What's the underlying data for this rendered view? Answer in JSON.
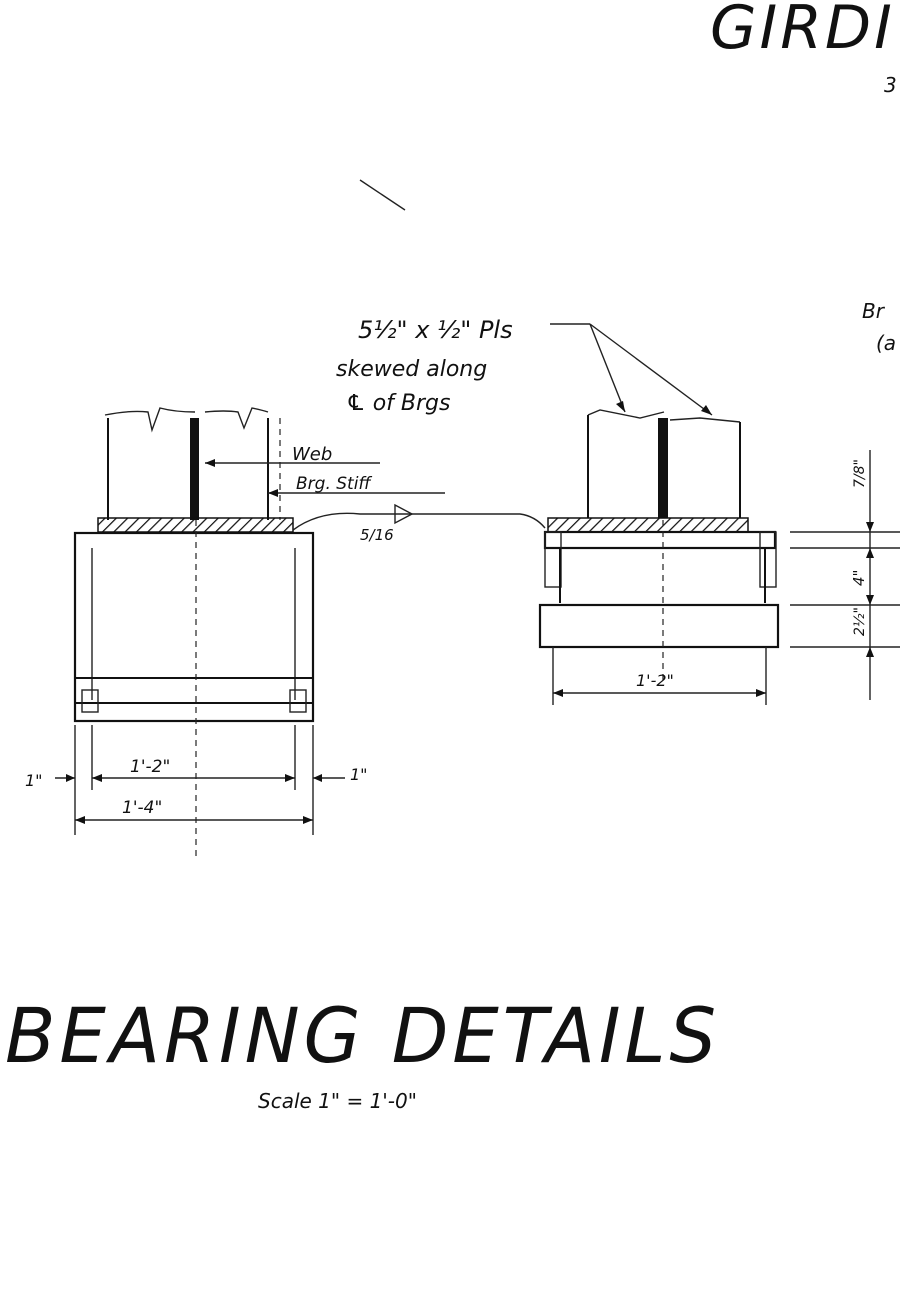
{
  "sheet_title_partial": "GIRDI",
  "sheet_subtitle_partial": "3",
  "title": "BEARING  DETAILS",
  "scale": "Scale  1\" = 1'-0\"",
  "callout_plates_line1": "5½\" x ½\" Pls",
  "callout_plates_line2": "skewed along",
  "callout_plates_line3": "℄ of Brgs",
  "label_web": "Web",
  "label_brg_stiff": "Brg. Stiff",
  "label_weld": "5/16",
  "right_partial_1": "Br",
  "right_partial_2": "(a",
  "dims": {
    "left_1in_a": "1\"",
    "left_inner": "1'-2\"",
    "left_1in_b": "1\"",
    "left_overall": "1'-4\"",
    "right_width": "1'-2\"",
    "right_top": "7/8\"",
    "right_mid": "4\"",
    "right_bot": "2½\""
  }
}
